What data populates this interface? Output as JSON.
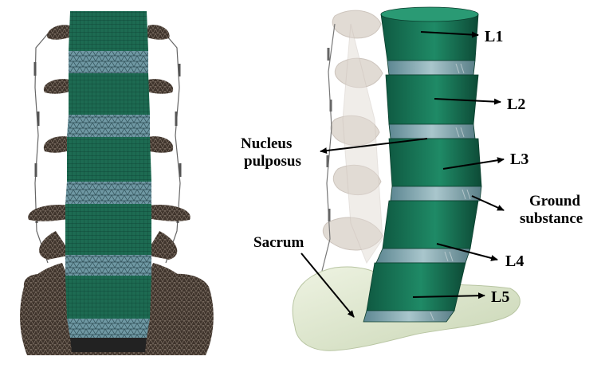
{
  "figure": {
    "left_panel": {
      "description_icon": "mesh-spine-model"
    },
    "right_panel": {
      "description_icon": "rendered-spine-model",
      "labels": {
        "l1": "L1",
        "l2": "L2",
        "l3": "L3",
        "l4": "L4",
        "l5": "L5",
        "nucleus_line1": "Nucleus",
        "nucleus_line2": "pulposus",
        "ground_line1": "Ground",
        "ground_line2": "substance",
        "sacrum": "Sacrum"
      }
    },
    "colors": {
      "vertebra_green": "#1f7a5c",
      "vertebra_dark": "#0f5a42",
      "disc_blue": "#7fa7b0",
      "bone_mesh_brown": "#4a3d34",
      "sacrum_green": "#dfe8cf",
      "posterior_bone": "#d8cfc6"
    }
  }
}
